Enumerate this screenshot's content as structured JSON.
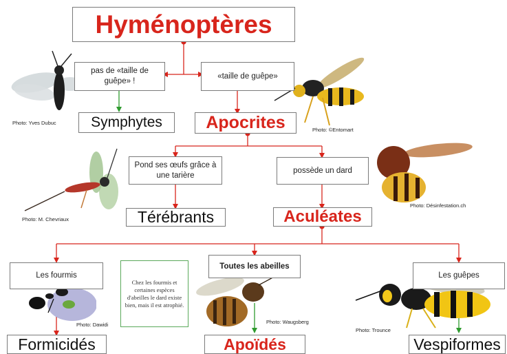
{
  "title": "Hyménoptères",
  "nodes": {
    "symphytes": "Symphytes",
    "apocrites": "Apocrites",
    "terebrants": "Térébrants",
    "aculeates": "Aculéates",
    "formicides": "Formicidés",
    "apoides": "Apoïdés",
    "vespiformes": "Vespiformes"
  },
  "questions": {
    "no_waist": "pas de «taille de guêpe» !",
    "waist": "«taille de guêpe»",
    "ovipositor": "Pond ses œufs grâce à une tarière",
    "sting": "possède un dard",
    "ants": "Les fourmis",
    "bees": "Toutes les abeilles",
    "wasps": "Les guêpes"
  },
  "note": "Chez les fourmis et certaines espèces d'abeilles le dard existe bien, mais il est atrophié.",
  "credits": {
    "sawfly": "Photo: Yves Dubuc",
    "wasp_top": "Photo: ©Entomart",
    "ichneumon": "Photo: M. Chevriaux",
    "hornet": "Photo: Désinfestation.ch",
    "ant": "Photo: Dawidi",
    "bee": "Photo: Waugsberg",
    "yellowjacket": "Photo: Trounce"
  },
  "colors": {
    "red": "#d8251c",
    "green": "#2e9a2e",
    "border": "#7a7a7a"
  }
}
